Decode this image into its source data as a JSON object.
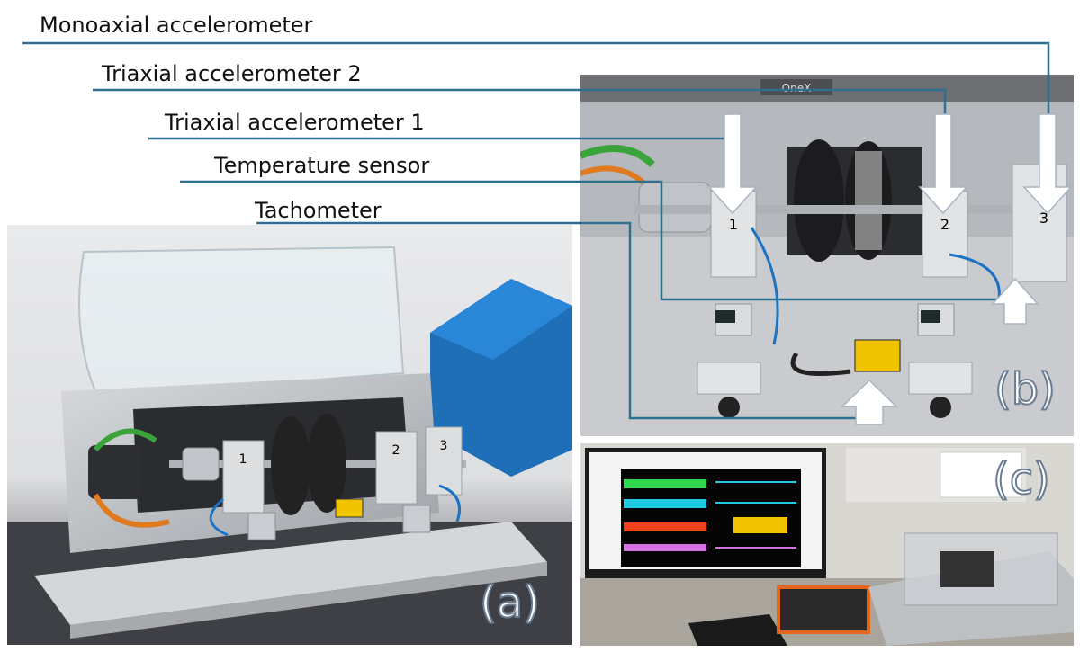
{
  "labels": {
    "monoaxial": "Monoaxial accelerometer",
    "triaxial2": "Triaxial accelerometer 2",
    "triaxial1": "Triaxial accelerometer 1",
    "temperature": "Temperature sensor",
    "tachometer": "Tachometer"
  },
  "panels": {
    "a": "(a)",
    "b": "(b)",
    "c": "(c)"
  },
  "bearing_numbers": [
    "1",
    "2",
    "3"
  ],
  "device_brand": "OneX",
  "colors": {
    "leader_line": "#2f6f8f",
    "arrow_fill": "#ffffff",
    "arrow_stroke": "#a8b4c2",
    "panel_letter_stroke": "#6a7c92"
  }
}
